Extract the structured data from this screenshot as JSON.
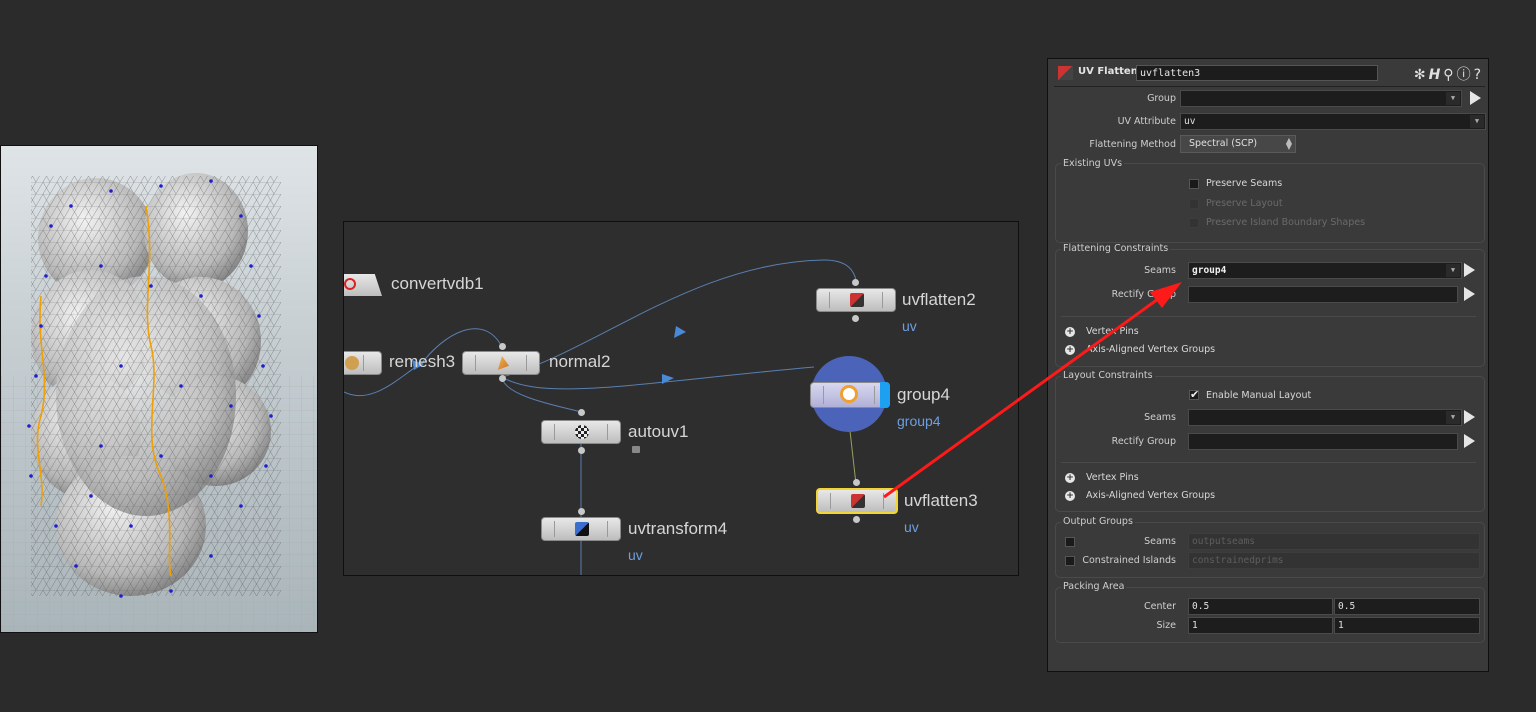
{
  "network": {
    "nodes": {
      "convertvdb": {
        "label": "convertvdb1"
      },
      "remesh": {
        "label": "remesh3"
      },
      "normal": {
        "label": "normal2"
      },
      "autouv": {
        "label": "autouv1"
      },
      "uvtransform": {
        "label": "uvtransform4",
        "sub": "uv"
      },
      "uvflatten2": {
        "label": "uvflatten2",
        "sub": "uv"
      },
      "group4": {
        "label": "group4",
        "sub": "group4"
      },
      "uvflatten3": {
        "label": "uvflatten3",
        "sub": "uv"
      }
    }
  },
  "panel": {
    "node_type": "UV Flatten",
    "node_name": "uvflatten3",
    "header_icons": [
      "gear-icon",
      "houdini-help-icon",
      "search-icon",
      "info-icon",
      "help-icon"
    ],
    "group_label": "Group",
    "group_value": "",
    "uv_attr_label": "UV Attribute",
    "uv_attr_value": "uv",
    "method_label": "Flattening Method",
    "method_value": "Spectral (SCP)",
    "existing_uvs": {
      "title": "Existing UVs",
      "preserve_seams": "Preserve Seams",
      "preserve_layout": "Preserve Layout",
      "preserve_island": "Preserve Island Boundary Shapes"
    },
    "flattening": {
      "title": "Flattening Constraints",
      "seams_label": "Seams",
      "seams_value": "group4",
      "rectify_label": "Rectify Group",
      "rectify_value": "",
      "vertex_pins": "Vertex Pins",
      "axis_groups": "Axis-Aligned Vertex Groups"
    },
    "layout": {
      "title": "Layout Constraints",
      "enable_manual": "Enable Manual Layout",
      "enable_manual_checked": true,
      "seams_label": "Seams",
      "seams_value": "",
      "rectify_label": "Rectify Group",
      "rectify_value": "",
      "vertex_pins": "Vertex Pins",
      "axis_groups": "Axis-Aligned Vertex Groups"
    },
    "output": {
      "title": "Output Groups",
      "seams_label": "Seams",
      "seams_value": "outputseams",
      "islands_label": "Constrained Islands",
      "islands_value": "constrainedprims"
    },
    "packing": {
      "title": "Packing Area",
      "center_label": "Center",
      "center_x": "0.5",
      "center_y": "0.5",
      "size_label": "Size",
      "size_x": "1",
      "size_y": "1"
    }
  },
  "colors": {
    "annotation_arrow": "#ff1a1a",
    "selected_outline": "#f4d434",
    "node_sub_text": "#6d9fe0",
    "wire": "#5a7fb0"
  }
}
